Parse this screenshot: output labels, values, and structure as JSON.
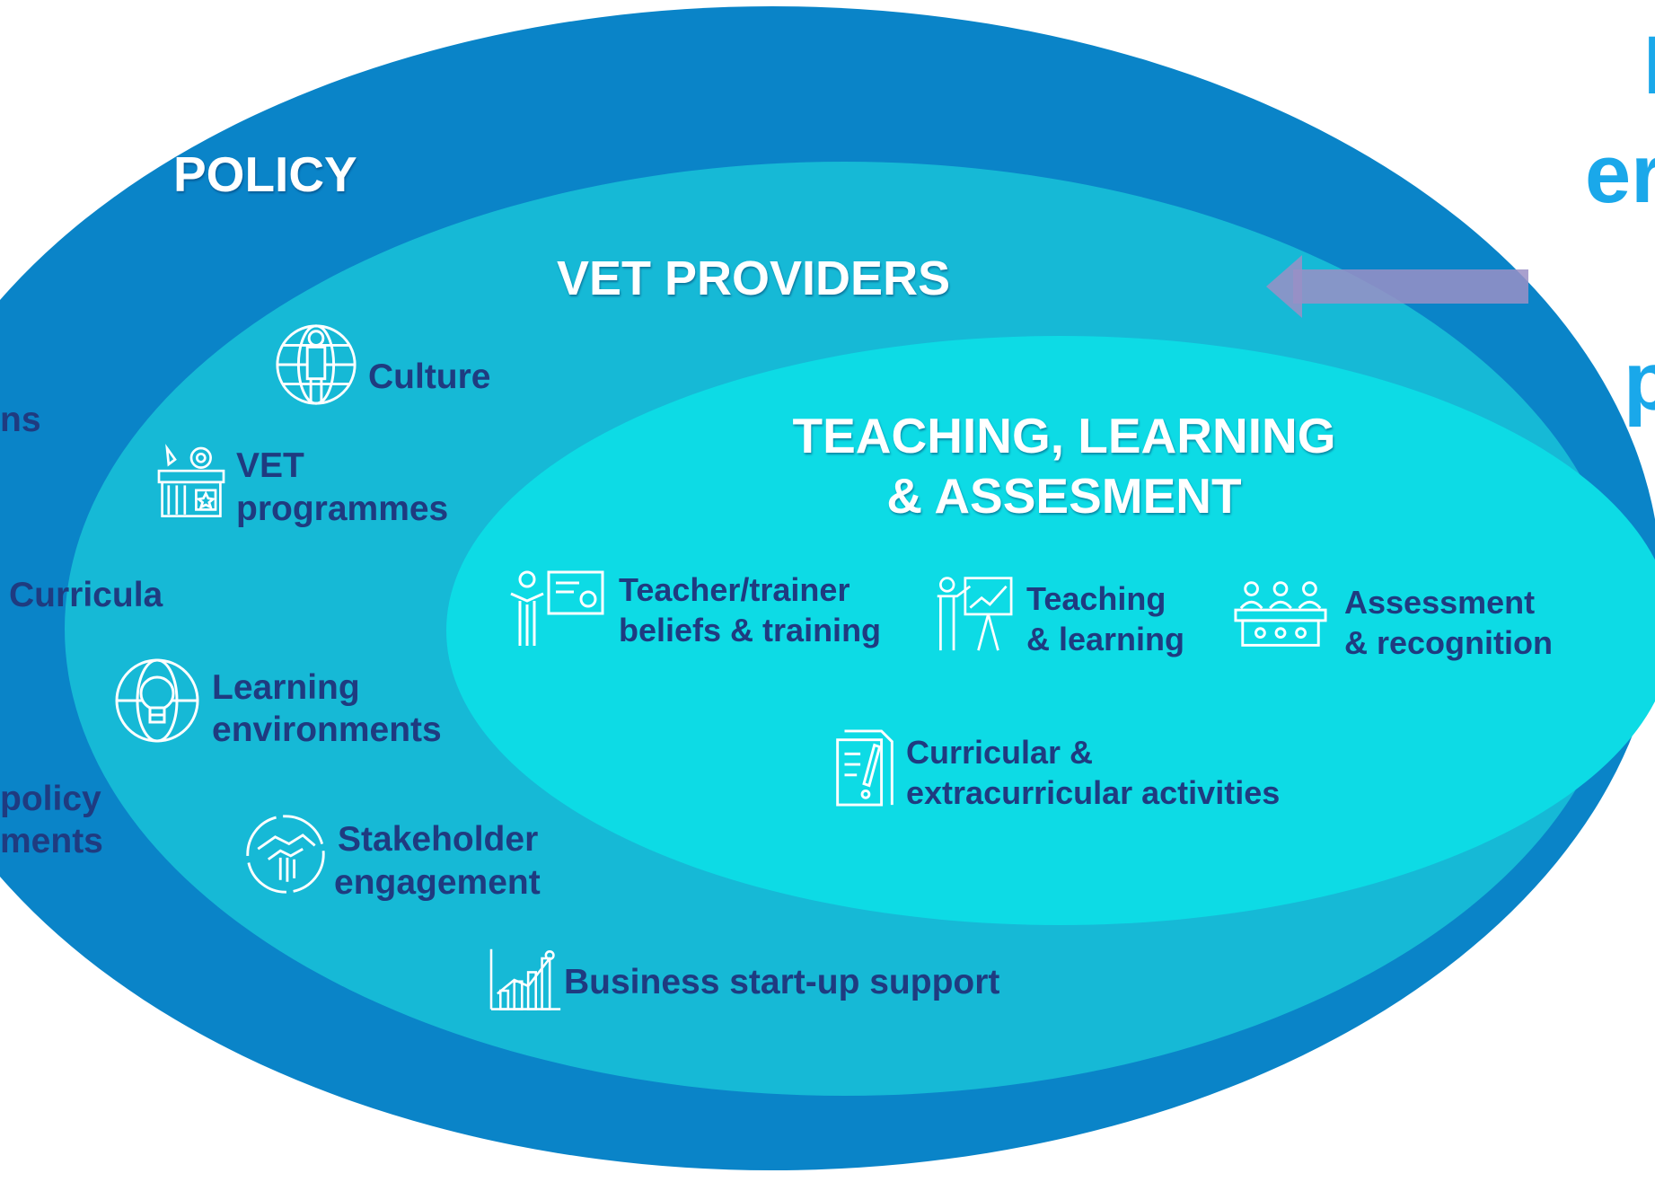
{
  "colors": {
    "outer_ellipse": "#0a84c8",
    "middle_ellipse": "#16b9d6",
    "inner_ellipse": "#0ddbe5",
    "label_navy": "#1f3b80",
    "heading_white": "#ffffff",
    "side_text_blue": "#1aa8ea",
    "arrow": "#9a8fc6"
  },
  "headings": {
    "policy": "POLICY",
    "vet_providers": "VET PROVIDERS",
    "teaching_line1": "TEACHING, LEARNING",
    "teaching_line2": "& ASSESMENT"
  },
  "policy_items": {
    "ns": "ns",
    "curricula": "Curricula",
    "policy_frag": "policy",
    "ments_frag": "ments"
  },
  "provider_items": [
    {
      "icon": "globe-person-icon",
      "lines": [
        "Culture"
      ]
    },
    {
      "icon": "gears-building-icon",
      "lines": [
        "VET",
        "programmes"
      ]
    },
    {
      "icon": "lightbulb-globe-icon",
      "lines": [
        "Learning",
        "environments"
      ]
    },
    {
      "icon": "handshake-icon",
      "lines": [
        "Stakeholder",
        "engagement"
      ]
    },
    {
      "icon": "growth-chart-icon",
      "lines": [
        "Business start-up support"
      ]
    }
  ],
  "teaching_items": [
    {
      "icon": "presenter-icon",
      "lines": [
        "Teacher/trainer",
        "beliefs & training"
      ]
    },
    {
      "icon": "easel-teacher-icon",
      "lines": [
        "Teaching",
        "& learning"
      ]
    },
    {
      "icon": "jury-panel-icon",
      "lines": [
        "Assessment",
        "& recognition"
      ]
    },
    {
      "icon": "document-pen-icon",
      "lines": [
        "Curricular &",
        "extracurricular activities"
      ]
    }
  ],
  "right_fragments": [
    "I",
    "er",
    "p"
  ]
}
